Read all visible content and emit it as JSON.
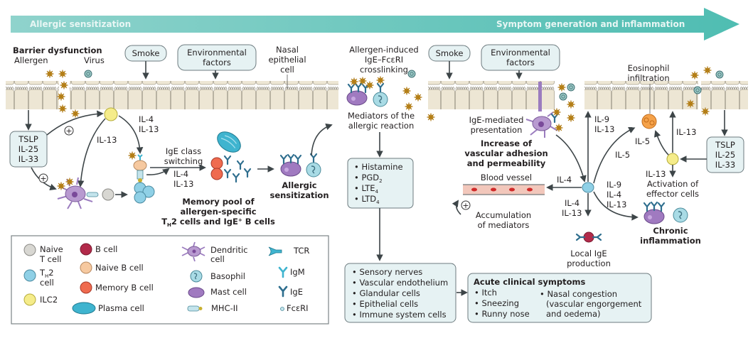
{
  "banner": {
    "left_label": "Allergic sensitization",
    "right_label": "Symptom generation and inflammation",
    "color": "#5fc3b9"
  },
  "colors": {
    "epithelium": "#ede6d4",
    "box_fill": "#e6f2f3",
    "allergen": "#e8b83a",
    "naive_t": "#d8d7d2",
    "th2": "#8fd0e6",
    "ilc2": "#f5ec8a",
    "b_cell": "#b22a4a",
    "naive_b": "#f6c9a0",
    "memory_b": "#ef6b4f",
    "plasma": "#3fb4cf",
    "dendritic": "#b89ad0",
    "mast": "#a07ac0",
    "basophil": "#a9dbe5",
    "eosinophil": "#f5a24a",
    "ige": "#2e6e8e",
    "blood_vessel": "#f2c7bb"
  },
  "left": {
    "barrier_title": "Barrier dysfunction",
    "allergen": "Allergen",
    "virus": "Virus",
    "smoke": "Smoke",
    "env_line1": "Environmental",
    "env_line2": "factors",
    "nasal_line1": "Nasal",
    "nasal_line2": "epithelial",
    "nasal_line3": "cell",
    "tslp": [
      "TSLP",
      "IL-25",
      "IL-33"
    ],
    "plus": "+",
    "il4": "IL-4",
    "il13": "IL-13",
    "ige_switch_line1": "IgE class",
    "ige_switch_line2": "switching",
    "memory_line1": "Memory pool of",
    "memory_line2": "allergen-specific",
    "memory_line3": "T",
    "memory_line3_sub": "H",
    "memory_line3_rest": "2 cells and IgE",
    "memory_line3_sup": "+",
    "memory_line3_end": " B cells",
    "sensitization_line1": "Allergic",
    "sensitization_line2": "sensitization"
  },
  "middle": {
    "crosslink_line1": "Allergen-induced",
    "crosslink_line2": "IgE–FcεRI",
    "crosslink_line3": "crosslinking",
    "mediators_line1": "Mediators of the",
    "mediators_line2": "allergic reaction",
    "mediator_list": [
      {
        "base": "Histamine",
        "sub": ""
      },
      {
        "base": "PGD",
        "sub": "2"
      },
      {
        "base": "LTE",
        "sub": "4"
      },
      {
        "base": "LTD",
        "sub": "4"
      }
    ],
    "targets": [
      "Sensory nerves",
      "Vascular endothelium",
      "Glandular cells",
      "Epithelial cells",
      "Immune system cells"
    ],
    "symptoms_title": "Acute clinical symptoms",
    "symptoms_col1": [
      "Itch",
      "Sneezing",
      "Runny nose"
    ],
    "symptoms_col2_line1": "Nasal congestion",
    "symptoms_col2_line2": "(vascular engorgement",
    "symptoms_col2_line3": "and oedema)"
  },
  "right": {
    "smoke": "Smoke",
    "env_line1": "Environmental",
    "env_line2": "factors",
    "ige_pres_line1": "IgE-mediated",
    "ige_pres_line2": "presentation",
    "vascular_line1": "Increase of",
    "vascular_line2": "vascular adhesion",
    "vascular_line3": "and permeability",
    "blood_vessel": "Blood vessel",
    "accum_line1": "Accumulation",
    "accum_line2": "of mediators",
    "eos_line1": "Eosinophil",
    "eos_line2": "infiltration",
    "il9": "IL-9",
    "il13": "IL-13",
    "il4": "IL-4",
    "il5": "IL-5",
    "local_ige_line1": "Local IgE",
    "local_ige_line2": "production",
    "activation_line1": "Activation of",
    "activation_line2": "effector cells",
    "chronic_line1": "Chronic",
    "chronic_line2": "inflammation",
    "tslp": [
      "TSLP",
      "IL-25",
      "IL-33"
    ],
    "plus": "+"
  },
  "legend": {
    "naive_t_line1": "Naive",
    "naive_t_line2": "T cell",
    "th2_base": "T",
    "th2_sub": "H",
    "th2_rest": "2",
    "th2_line2": "cell",
    "ilc2": "ILC2",
    "b_cell": "B cell",
    "naive_b": "Naive B cell",
    "memory_b": "Memory B cell",
    "plasma": "Plasma cell",
    "dendritic_line1": "Dendritic",
    "dendritic_line2": "cell",
    "basophil": "Basophil",
    "mast": "Mast cell",
    "mhc": "MHC-II",
    "tcr": "TCR",
    "igm": "IgM",
    "ige": "IgE",
    "fceri": "FcεRI"
  }
}
